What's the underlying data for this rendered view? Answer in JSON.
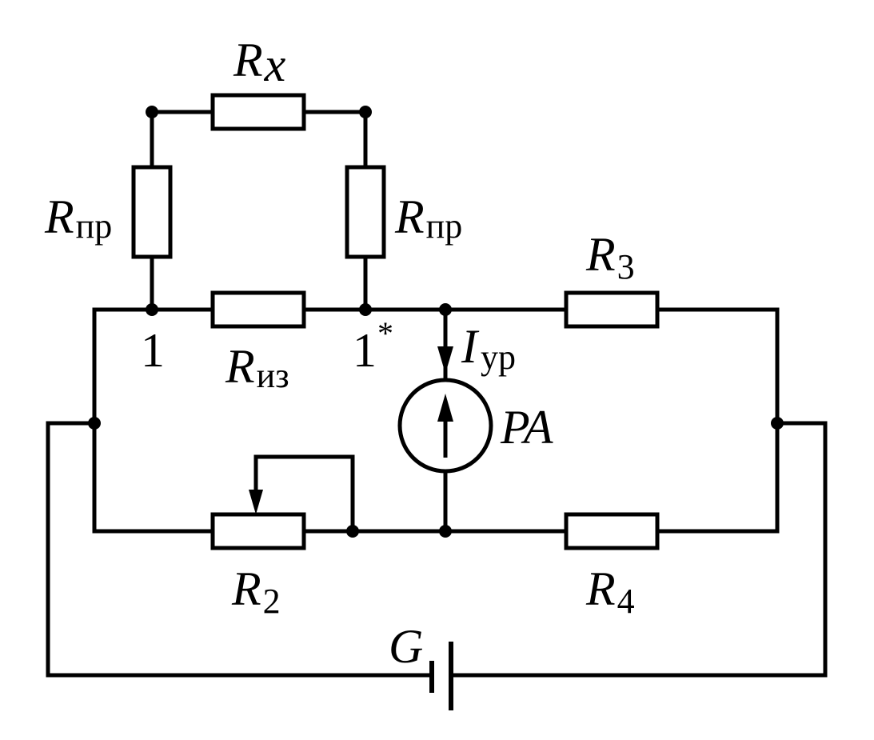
{
  "labels": {
    "rx": {
      "main": "R",
      "sub": "x"
    },
    "rpr_left": {
      "main": "R",
      "sub": "пр"
    },
    "rpr_right": {
      "main": "R",
      "sub": "пр"
    },
    "r3": {
      "main": "R",
      "sub": "3"
    },
    "riz": {
      "main": "R",
      "sub": "из"
    },
    "node1": {
      "main": "1"
    },
    "node1star": {
      "main": "1",
      "sup": "*"
    },
    "iur": {
      "main": "I",
      "sub": "ур"
    },
    "pa": {
      "main": "PA"
    },
    "r2": {
      "main": "R",
      "sub": "2"
    },
    "r4": {
      "main": "R",
      "sub": "4"
    },
    "g": {
      "main": "G"
    }
  }
}
